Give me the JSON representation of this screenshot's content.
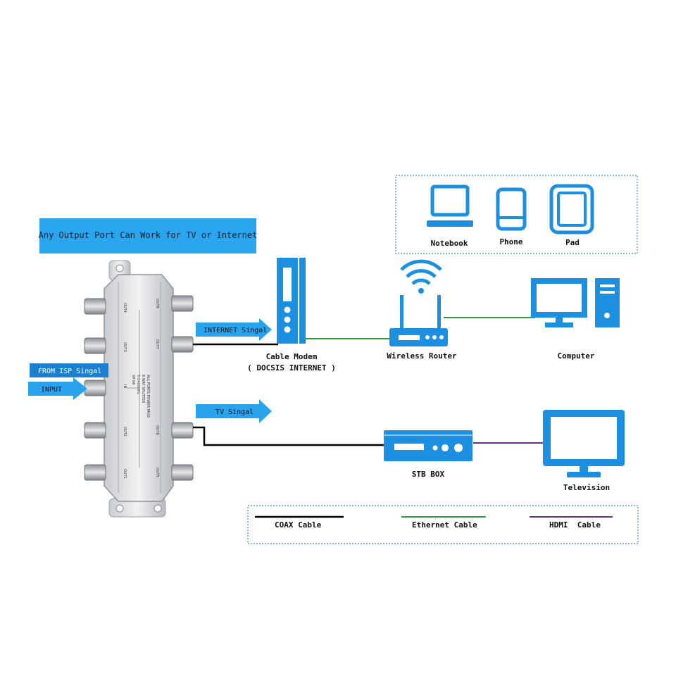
{
  "colors": {
    "device_blue": "#1d8fe1",
    "banner_blue": "#2aa6ee",
    "arrow_blue": "#29a3ec",
    "coax": "#000000",
    "ethernet": "#2e9e3c",
    "hdmi": "#6a2e8e",
    "dotted_border": "#3b8fb5"
  },
  "banner": {
    "text": "Any Output Port Can Work for TV or Internet"
  },
  "signals": {
    "from_isp": "FROM ISP Singal",
    "input": "INPUT",
    "internet": "INTERNET Singal",
    "tv": "TV Singal"
  },
  "splitter": {
    "model": "SP-08",
    "freq": "5-2400MHz",
    "type": "8 WAY SPLITTER",
    "pass": "ALL PORTS POWER PASS",
    "ports": [
      "OUT4",
      "OUT3",
      "IN",
      "OUT2",
      "OUT1",
      "OUT8",
      "OUT7",
      "OUT6",
      "OUT5"
    ]
  },
  "devices": {
    "cable_modem": {
      "line1": "Cable Modem",
      "line2": "( DOCSIS INTERNET )",
      "icon": "cable-modem-icon"
    },
    "router": {
      "label": "Wireless Router",
      "icon": "wireless-router-icon"
    },
    "computer": {
      "label": "Computer",
      "icon": "desktop-computer-icon"
    },
    "notebook": {
      "label": "Notebook",
      "icon": "laptop-icon"
    },
    "phone": {
      "label": "Phone",
      "icon": "phone-icon"
    },
    "pad": {
      "label": "Pad",
      "icon": "tablet-icon"
    },
    "stb": {
      "label": "STB BOX",
      "icon": "set-top-box-icon"
    },
    "tv": {
      "label": "Television",
      "icon": "television-icon"
    }
  },
  "legend": {
    "coax": "COAX Cable",
    "ethernet": "Ethernet Cable",
    "hdmi": "HDMI  Cable"
  }
}
